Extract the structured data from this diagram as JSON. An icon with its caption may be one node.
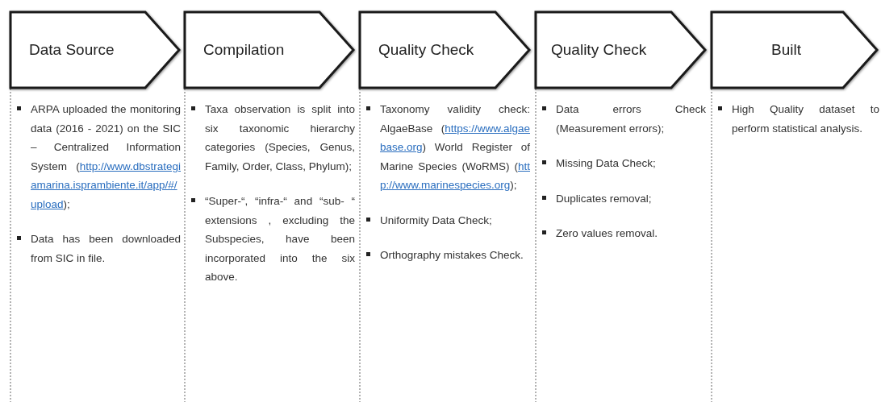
{
  "diagram": {
    "nodes": [
      {
        "text": [
          "Data Source"
        ],
        "beside": [
          "ARPA uploaded the monitoring data (2016 - 2021) on the SIC – Centralized Information System (http://www.dbstrategiamarina.isprambiente.it/app/#/upload);",
          "Data has been downloaded from SIC in file."
        ]
      },
      {
        "text": [
          "Compilation"
        ],
        "beside": [
          "Taxa observation is split into six taxonomic hierarchy categories (Species, Genus, Family, Order, Class, Phylum);",
          "“Super-“, “infra-“ and “sub- “ extensions , excluding the Subspecies, have been incorporated into the six above."
        ]
      },
      {
        "text": [
          "Quality Check"
        ],
        "beside": [
          "Taxonomy validity check: AlgaeBase (https://www.algaebase.org) World Register of Marine Species (WoRMS) (http://www.marinespecies.org);",
          "Uniformity Data Check;",
          "Orthography mistakes Check."
        ]
      },
      {
        "text": [
          "Quality Check"
        ],
        "beside": [
          "Data errors Check (Measurement errors);",
          "Missing Data Check;",
          "Duplicates removal;",
          "Zero values removal."
        ]
      },
      {
        "text": [
          "Built"
        ],
        "beside": [
          "High Quality dataset to perform statistical analysis."
        ]
      }
    ]
  }
}
